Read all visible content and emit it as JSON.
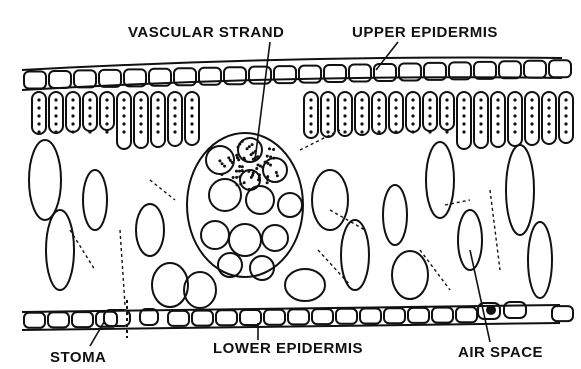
{
  "labels": {
    "vascular_strand": "VASCULAR STRAND",
    "upper_epidermis": "UPPER EPIDERMIS",
    "stoma": "STOMA",
    "lower_epidermis": "LOWER EPIDERMIS",
    "air_space": "AIR SPACE"
  },
  "colors": {
    "ink": "#111111",
    "paper": "#ffffff"
  }
}
